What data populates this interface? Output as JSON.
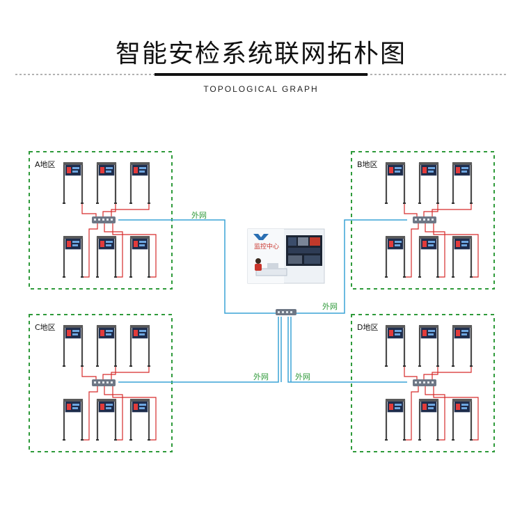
{
  "header": {
    "title": "智能安检系统联网拓朴图",
    "subtitle": "TOPOLOGICAL GRAPH"
  },
  "regions": [
    {
      "id": "A",
      "label": "A地区"
    },
    {
      "id": "B",
      "label": "B地区"
    },
    {
      "id": "C",
      "label": "C地区"
    },
    {
      "id": "D",
      "label": "D地区"
    }
  ],
  "network_labels": [
    "外网",
    "外网",
    "外网",
    "外网"
  ],
  "monitor_center": {
    "label": "监控中心"
  },
  "colors": {
    "region_border": "#2e9a3a",
    "network_line": "#3aa3d6",
    "power_line": "#d62b2b",
    "gate_frame": "#4a4a4a",
    "switch_body": "#6e7785",
    "label_green": "#2f9a3a"
  }
}
